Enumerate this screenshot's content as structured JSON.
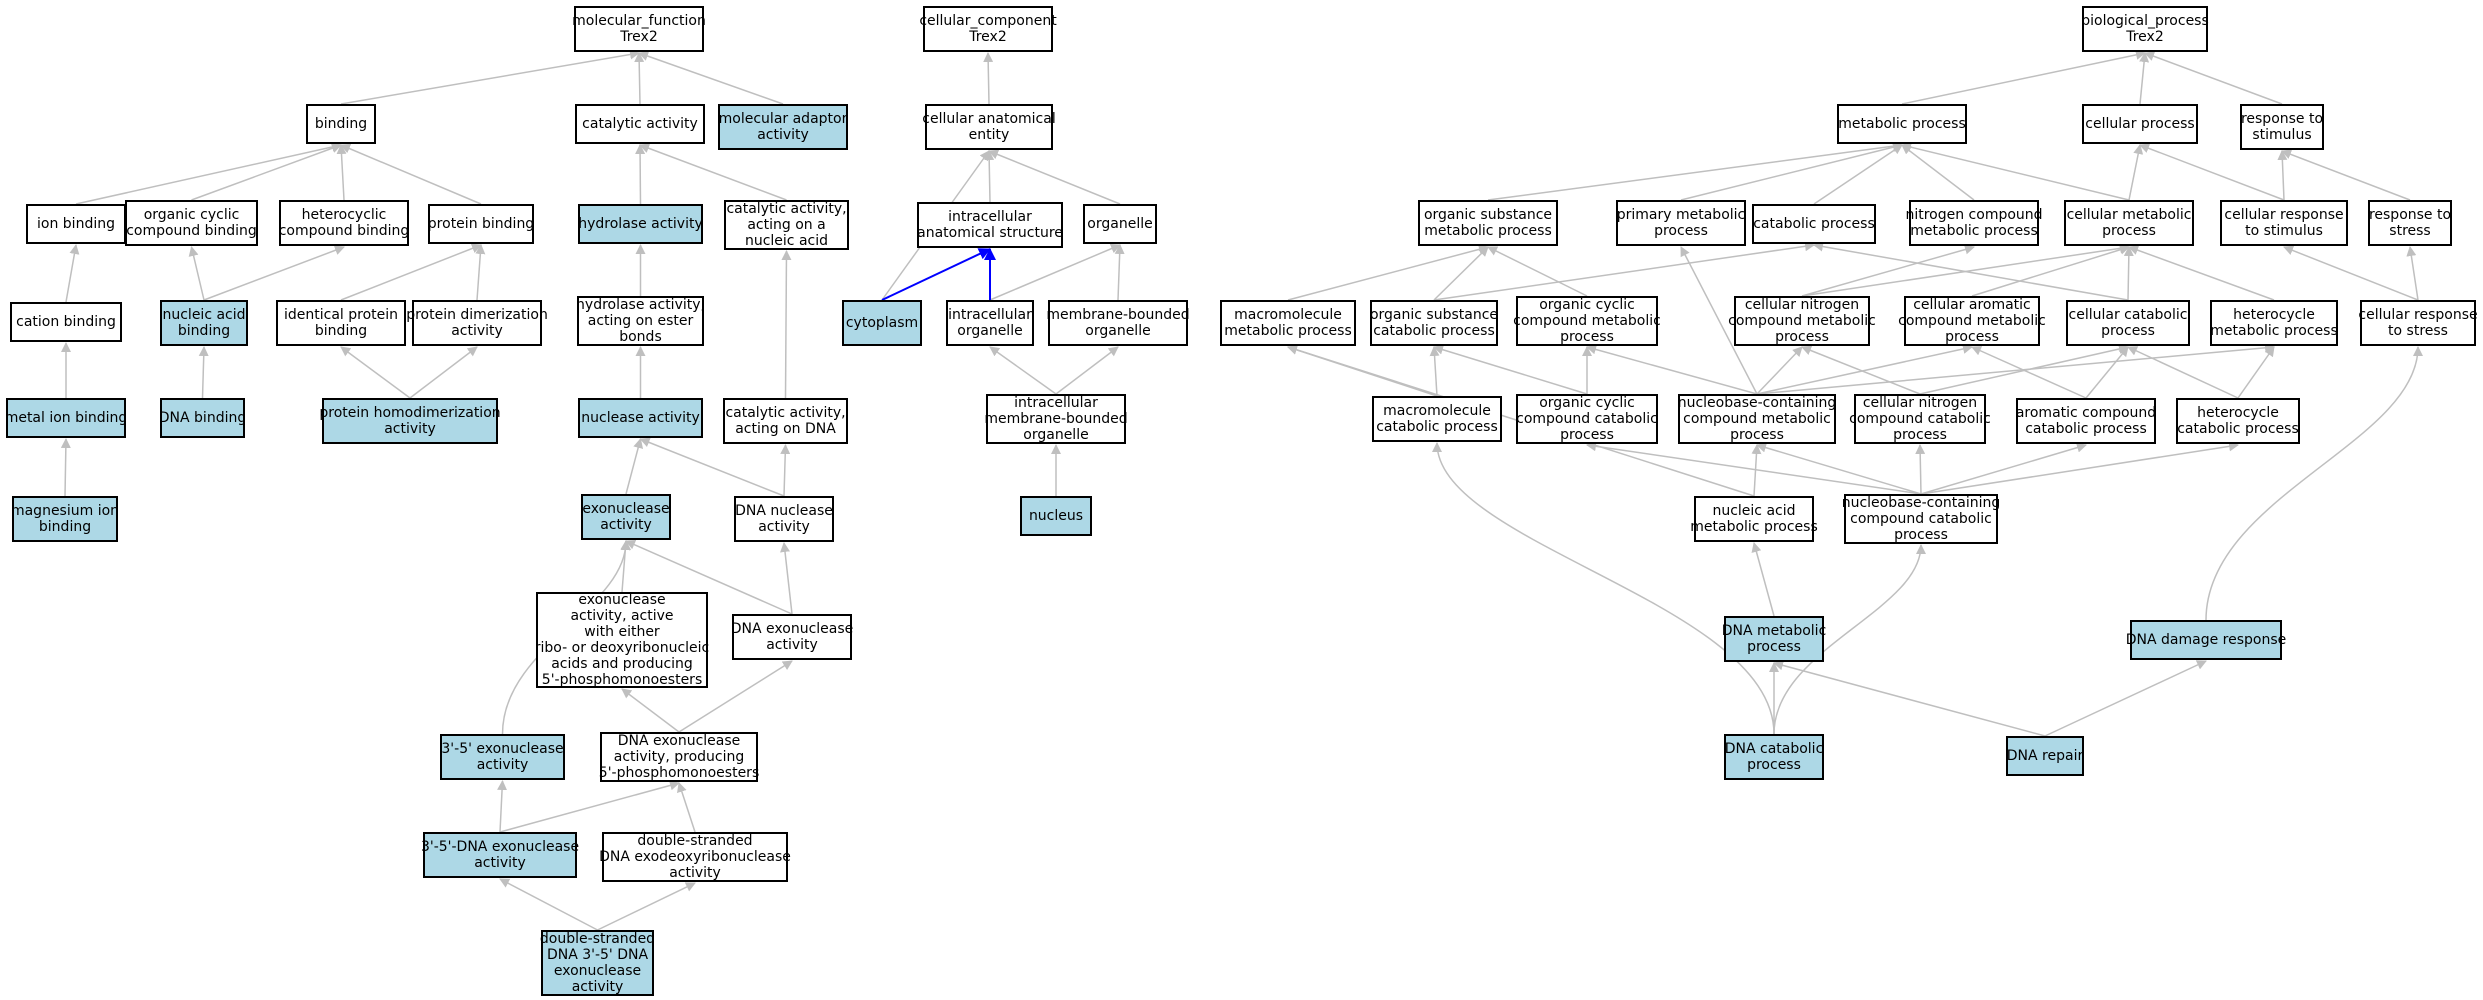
{
  "colors": {
    "highlight": "#add8e6",
    "edge": "#bfbfbf",
    "edge_blue": "#0000ff",
    "border": "#000000"
  },
  "nodes": [
    {
      "id": "mf",
      "lines": [
        "molecular_function",
        "Trex2"
      ],
      "hl": false
    },
    {
      "id": "binding",
      "lines": [
        "binding"
      ],
      "hl": false
    },
    {
      "id": "catalytic",
      "lines": [
        "catalytic activity"
      ],
      "hl": false
    },
    {
      "id": "molad",
      "lines": [
        "molecular adaptor",
        "activity"
      ],
      "hl": true
    },
    {
      "id": "ionb",
      "lines": [
        "ion binding"
      ],
      "hl": false
    },
    {
      "id": "orgcyc",
      "lines": [
        "organic cyclic",
        "compound binding"
      ],
      "hl": false
    },
    {
      "id": "hetcyc",
      "lines": [
        "heterocyclic",
        "compound binding"
      ],
      "hl": false
    },
    {
      "id": "protb",
      "lines": [
        "protein binding"
      ],
      "hl": false
    },
    {
      "id": "hydro",
      "lines": [
        "hydrolase activity"
      ],
      "hl": true
    },
    {
      "id": "catna",
      "lines": [
        "catalytic activity,",
        "acting on a",
        "nucleic acid"
      ],
      "hl": false
    },
    {
      "id": "cation",
      "lines": [
        "cation binding"
      ],
      "hl": false
    },
    {
      "id": "nab",
      "lines": [
        "nucleic acid",
        "binding"
      ],
      "hl": true
    },
    {
      "id": "idprot",
      "lines": [
        "identical protein",
        "binding"
      ],
      "hl": false
    },
    {
      "id": "protdim",
      "lines": [
        "protein dimerization",
        "activity"
      ],
      "hl": false
    },
    {
      "id": "hydroester",
      "lines": [
        "hydrolase activity,",
        "acting on ester",
        "bonds"
      ],
      "hl": false
    },
    {
      "id": "metalion",
      "lines": [
        "metal ion binding"
      ],
      "hl": true
    },
    {
      "id": "dnab",
      "lines": [
        "DNA binding"
      ],
      "hl": true
    },
    {
      "id": "prothomo",
      "lines": [
        "protein homodimerization",
        "activity"
      ],
      "hl": true
    },
    {
      "id": "nuclease",
      "lines": [
        "nuclease activity"
      ],
      "hl": true
    },
    {
      "id": "catdna",
      "lines": [
        "catalytic activity,",
        "acting on DNA"
      ],
      "hl": false
    },
    {
      "id": "mg",
      "lines": [
        "magnesium ion",
        "binding"
      ],
      "hl": true
    },
    {
      "id": "exo",
      "lines": [
        "exonuclease",
        "activity"
      ],
      "hl": true
    },
    {
      "id": "dnanuc",
      "lines": [
        "DNA nuclease",
        "activity"
      ],
      "hl": false
    },
    {
      "id": "exo5p",
      "lines": [
        "exonuclease",
        "activity, active",
        "with either",
        "ribo- or deoxyribonucleic",
        "acids and producing",
        "5'-phosphomonoesters"
      ],
      "hl": false
    },
    {
      "id": "dnaexo",
      "lines": [
        "DNA exonuclease",
        "activity"
      ],
      "hl": false
    },
    {
      "id": "exo35",
      "lines": [
        "3'-5' exonuclease",
        "activity"
      ],
      "hl": true
    },
    {
      "id": "dnaexo5p",
      "lines": [
        "DNA exonuclease",
        "activity, producing",
        "5'-phosphomonoesters"
      ],
      "hl": false
    },
    {
      "id": "dnaexo35",
      "lines": [
        "3'-5'-DNA exonuclease",
        "activity"
      ],
      "hl": true
    },
    {
      "id": "dsexo",
      "lines": [
        "double-stranded",
        "DNA exodeoxyribonuclease",
        "activity"
      ],
      "hl": false
    },
    {
      "id": "ds35",
      "lines": [
        "double-stranded",
        "DNA 3'-5' DNA",
        "exonuclease",
        "activity"
      ],
      "hl": true
    },
    {
      "id": "cc",
      "lines": [
        "cellular_component",
        "Trex2"
      ],
      "hl": false
    },
    {
      "id": "cae",
      "lines": [
        "cellular anatomical",
        "entity"
      ],
      "hl": false
    },
    {
      "id": "ias",
      "lines": [
        "intracellular",
        "anatomical structure"
      ],
      "hl": false
    },
    {
      "id": "organelle",
      "lines": [
        "organelle"
      ],
      "hl": false
    },
    {
      "id": "cyto",
      "lines": [
        "cytoplasm"
      ],
      "hl": true
    },
    {
      "id": "intorg",
      "lines": [
        "intracellular",
        "organelle"
      ],
      "hl": false
    },
    {
      "id": "mbo",
      "lines": [
        "membrane-bounded",
        "organelle"
      ],
      "hl": false
    },
    {
      "id": "imbo",
      "lines": [
        "intracellular",
        "membrane-bounded",
        "organelle"
      ],
      "hl": false
    },
    {
      "id": "nucleus",
      "lines": [
        "nucleus"
      ],
      "hl": true
    },
    {
      "id": "bp",
      "lines": [
        "biological_process",
        "Trex2"
      ],
      "hl": false
    },
    {
      "id": "metab",
      "lines": [
        "metabolic process"
      ],
      "hl": false
    },
    {
      "id": "cellp",
      "lines": [
        "cellular process"
      ],
      "hl": false
    },
    {
      "id": "resstim",
      "lines": [
        "response to",
        "stimulus"
      ],
      "hl": false
    },
    {
      "id": "osmp",
      "lines": [
        "organic substance",
        "metabolic process"
      ],
      "hl": false
    },
    {
      "id": "pmp",
      "lines": [
        "primary metabolic",
        "process"
      ],
      "hl": false
    },
    {
      "id": "catp",
      "lines": [
        "catabolic process"
      ],
      "hl": false
    },
    {
      "id": "ncmp",
      "lines": [
        "nitrogen compound",
        "metabolic process"
      ],
      "hl": false
    },
    {
      "id": "cmp",
      "lines": [
        "cellular metabolic",
        "process"
      ],
      "hl": false
    },
    {
      "id": "crstim",
      "lines": [
        "cellular response",
        "to stimulus"
      ],
      "hl": false
    },
    {
      "id": "rstress",
      "lines": [
        "response to",
        "stress"
      ],
      "hl": false
    },
    {
      "id": "mmp",
      "lines": [
        "macromolecule",
        "metabolic process"
      ],
      "hl": false
    },
    {
      "id": "oscp",
      "lines": [
        "organic substance",
        "catabolic process"
      ],
      "hl": false
    },
    {
      "id": "occmp",
      "lines": [
        "organic cyclic",
        "compound metabolic",
        "process"
      ],
      "hl": false
    },
    {
      "id": "cncmp",
      "lines": [
        "cellular nitrogen",
        "compound metabolic",
        "process"
      ],
      "hl": false
    },
    {
      "id": "cacmp",
      "lines": [
        "cellular aromatic",
        "compound metabolic",
        "process"
      ],
      "hl": false
    },
    {
      "id": "ccp",
      "lines": [
        "cellular catabolic",
        "process"
      ],
      "hl": false
    },
    {
      "id": "hmp",
      "lines": [
        "heterocycle",
        "metabolic process"
      ],
      "hl": false
    },
    {
      "id": "crstress",
      "lines": [
        "cellular response",
        "to stress"
      ],
      "hl": false
    },
    {
      "id": "mcp",
      "lines": [
        "macromolecule",
        "catabolic process"
      ],
      "hl": false
    },
    {
      "id": "occcp",
      "lines": [
        "organic cyclic",
        "compound catabolic",
        "process"
      ],
      "hl": false
    },
    {
      "id": "nbcmp",
      "lines": [
        "nucleobase-containing",
        "compound metabolic",
        "process"
      ],
      "hl": false
    },
    {
      "id": "cnccp",
      "lines": [
        "cellular nitrogen",
        "compound catabolic",
        "process"
      ],
      "hl": false
    },
    {
      "id": "accp",
      "lines": [
        "aromatic compound",
        "catabolic process"
      ],
      "hl": false
    },
    {
      "id": "hcp",
      "lines": [
        "heterocycle",
        "catabolic process"
      ],
      "hl": false
    },
    {
      "id": "namp",
      "lines": [
        "nucleic acid",
        "metabolic process"
      ],
      "hl": false
    },
    {
      "id": "nbccp",
      "lines": [
        "nucleobase-containing",
        "compound catabolic",
        "process"
      ],
      "hl": false
    },
    {
      "id": "dnamp",
      "lines": [
        "DNA metabolic",
        "process"
      ],
      "hl": true
    },
    {
      "id": "dnadr",
      "lines": [
        "DNA damage response"
      ],
      "hl": true
    },
    {
      "id": "dnacp",
      "lines": [
        "DNA catabolic",
        "process"
      ],
      "hl": true
    },
    {
      "id": "dnarep",
      "lines": [
        "DNA repair"
      ],
      "hl": true
    }
  ]
}
